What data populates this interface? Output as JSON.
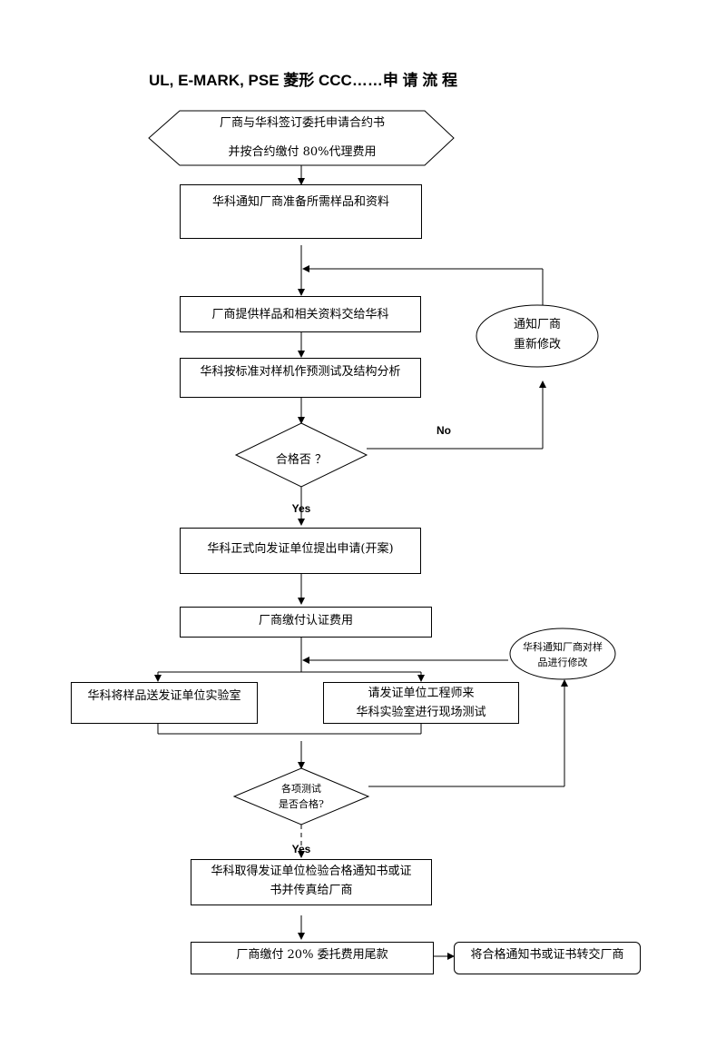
{
  "title": "UL, E-MARK, PSE 菱形  CCC……申 请 流 程",
  "steps": {
    "contract_line1": "厂商与华科签订委托申请合约书",
    "contract_line2": "并按合约缴付 80%代理费用",
    "notify_prepare": "华科通知厂商准备所需样品和资料",
    "provide_samples": "厂商提供样品和相关资料交给华科",
    "pretest": "华科按标准对样机作预测试及结构分析",
    "pass1": "合格否 ？",
    "notify_modify_line1": "通知厂商",
    "notify_modify_line2": "重新修改",
    "no_label": "No",
    "yes1_label": "Yes",
    "apply": "华科正式向发证单位提出申请(开案)",
    "pay_cert": "厂商缴付认证费用",
    "modify2_line1": "华科通知厂商对样",
    "modify2_line2": "品进行修改",
    "send_lab": "华科将样品送发证单位实验室",
    "engineer_line1": "请发证单位工程师来",
    "engineer_line2": "华科实验室进行现场测试",
    "pass2_line1": "各项测试",
    "pass2_line2": "是否合格?",
    "yes2_label": "Yes",
    "obtain_line1": "华科取得发证单位检验合格通知书或证",
    "obtain_line2": "书并传真给厂商",
    "final_pay": "厂商缴付 20%  委托费用尾款",
    "transfer": "将合格通知书或证书转交厂商"
  }
}
